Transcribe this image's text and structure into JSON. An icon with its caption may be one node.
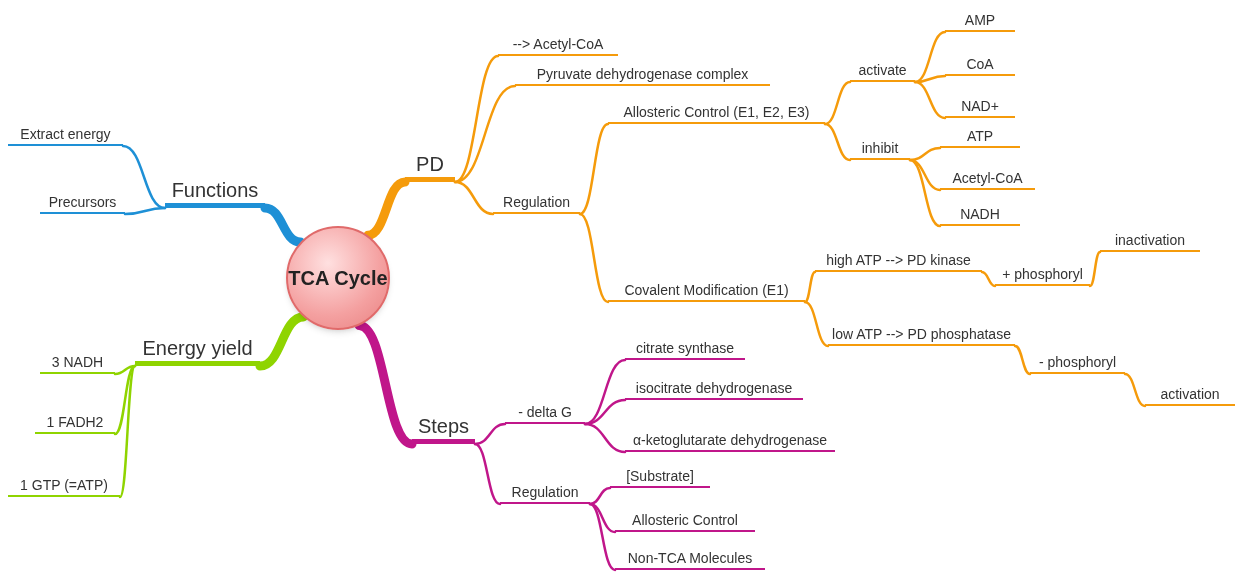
{
  "diagram": {
    "nodes": [
      {
        "text": [
          "TCA Cycle"
        ]
      },
      {
        "text": [
          "Functions"
        ]
      },
      {
        "text": [
          "Extract energy"
        ]
      },
      {
        "text": [
          "Precursors"
        ]
      },
      {
        "text": [
          "Energy yield"
        ]
      },
      {
        "text": [
          "3 NADH"
        ]
      },
      {
        "text": [
          "1 FADH2"
        ]
      },
      {
        "text": [
          "1 GTP (=ATP)"
        ]
      },
      {
        "text": [
          "PD"
        ]
      },
      {
        "text": [
          "--> Acetyl-CoA"
        ]
      },
      {
        "text": [
          "Pyruvate dehydrogenase complex"
        ]
      },
      {
        "text": [
          "Regulation"
        ]
      },
      {
        "text": [
          "Allosteric Control (E1, E2, E3)"
        ]
      },
      {
        "text": [
          "activate"
        ]
      },
      {
        "text": [
          "AMP"
        ]
      },
      {
        "text": [
          "CoA"
        ]
      },
      {
        "text": [
          "NAD+"
        ]
      },
      {
        "text": [
          "inhibit"
        ]
      },
      {
        "text": [
          "ATP"
        ]
      },
      {
        "text": [
          "Acetyl-CoA"
        ]
      },
      {
        "text": [
          "NADH"
        ]
      },
      {
        "text": [
          "Covalent Modification (E1)"
        ]
      },
      {
        "text": [
          "high ATP --> PD kinase"
        ]
      },
      {
        "text": [
          "+ phosphoryl"
        ]
      },
      {
        "text": [
          "inactivation"
        ]
      },
      {
        "text": [
          "low ATP --> PD phosphatase"
        ]
      },
      {
        "text": [
          "- phosphoryl"
        ]
      },
      {
        "text": [
          "activation"
        ]
      },
      {
        "text": [
          "Steps"
        ]
      },
      {
        "text": [
          "- delta G"
        ]
      },
      {
        "text": [
          "citrate synthase"
        ]
      },
      {
        "text": [
          "isocitrate dehydrogenase"
        ]
      },
      {
        "text": [
          "α-ketoglutarate dehydrogenase"
        ]
      },
      {
        "text": [
          "Regulation"
        ]
      },
      {
        "text": [
          "[Substrate]"
        ]
      },
      {
        "text": [
          "Allosteric Control"
        ]
      },
      {
        "text": [
          "Non-TCA Molecules"
        ]
      }
    ],
    "edges": [
      {
        "from": 0,
        "to": 1,
        "arrow": "none",
        "style": "thick",
        "color": "#1e90d6"
      },
      {
        "from": 1,
        "to": 2,
        "arrow": "none",
        "color": "#1e90d6"
      },
      {
        "from": 1,
        "to": 3,
        "arrow": "none",
        "color": "#1e90d6"
      },
      {
        "from": 0,
        "to": 4,
        "arrow": "none",
        "style": "thick",
        "color": "#8fd400"
      },
      {
        "from": 4,
        "to": 5,
        "arrow": "none",
        "color": "#8fd400"
      },
      {
        "from": 4,
        "to": 6,
        "arrow": "none",
        "color": "#8fd400"
      },
      {
        "from": 4,
        "to": 7,
        "arrow": "none",
        "color": "#8fd400"
      },
      {
        "from": 0,
        "to": 8,
        "arrow": "none",
        "style": "thick"
      },
      {
        "from": 8,
        "to": 9,
        "arrow": "none"
      },
      {
        "from": 8,
        "to": 10,
        "arrow": "none"
      },
      {
        "from": 8,
        "to": 11,
        "arrow": "none"
      },
      {
        "from": 11,
        "to": 12,
        "arrow": "none"
      },
      {
        "from": 12,
        "to": 13,
        "arrow": "none"
      },
      {
        "from": 13,
        "to": 14,
        "arrow": "none"
      },
      {
        "from": 13,
        "to": 15,
        "arrow": "none"
      },
      {
        "from": 13,
        "to": 16,
        "arrow": "none"
      },
      {
        "from": 12,
        "to": 17,
        "arrow": "none"
      },
      {
        "from": 17,
        "to": 18,
        "arrow": "none"
      },
      {
        "from": 17,
        "to": 19,
        "arrow": "none"
      },
      {
        "from": 17,
        "to": 20,
        "arrow": "none"
      },
      {
        "from": 11,
        "to": 21,
        "arrow": "none"
      },
      {
        "from": 21,
        "to": 22,
        "arrow": "none"
      },
      {
        "from": 22,
        "to": 23,
        "arrow": "none"
      },
      {
        "from": 23,
        "to": 24,
        "arrow": "none"
      },
      {
        "from": 21,
        "to": 25,
        "arrow": "none"
      },
      {
        "from": 25,
        "to": 26,
        "arrow": "none"
      },
      {
        "from": 26,
        "to": 27,
        "arrow": "none"
      },
      {
        "from": 0,
        "to": 28,
        "arrow": "none",
        "style": "thick",
        "color": "#c0168a"
      },
      {
        "from": 28,
        "to": 29,
        "arrow": "none",
        "color": "#c0168a"
      },
      {
        "from": 29,
        "to": 30,
        "arrow": "none",
        "color": "#c0168a"
      },
      {
        "from": 29,
        "to": 31,
        "arrow": "none",
        "color": "#c0168a"
      },
      {
        "from": 29,
        "to": 32,
        "arrow": "none",
        "color": "#c0168a"
      },
      {
        "from": 28,
        "to": 33,
        "arrow": "none",
        "color": "#c0168a"
      },
      {
        "from": 33,
        "to": 34,
        "arrow": "none",
        "color": "#c0168a"
      },
      {
        "from": 33,
        "to": 35,
        "arrow": "none",
        "color": "#c0168a"
      },
      {
        "from": 33,
        "to": 36,
        "arrow": "none",
        "color": "#c0168a"
      }
    ]
  }
}
